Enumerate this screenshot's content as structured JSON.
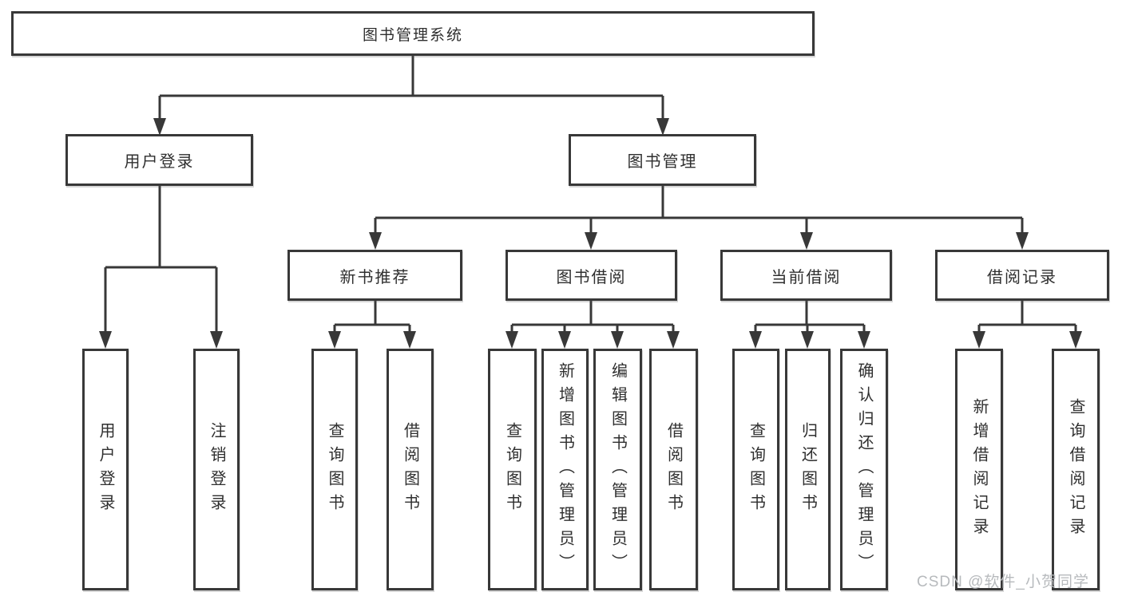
{
  "watermark": "CSDN @软件_小贺同学",
  "colors": {
    "line": "#383838",
    "box_border": "#383838",
    "text": "#2f2f2f",
    "background": "#ffffff",
    "watermark": "#b7babd"
  },
  "tree": {
    "root": {
      "label": "图书管理系统"
    },
    "branches": [
      {
        "label": "用户登录",
        "children": [
          {
            "label": "用户登录"
          },
          {
            "label": "注销登录"
          }
        ]
      },
      {
        "label": "图书管理",
        "children": [
          {
            "label": "新书推荐",
            "children": [
              {
                "label": "查询图书"
              },
              {
                "label": "借阅图书"
              }
            ]
          },
          {
            "label": "图书借阅",
            "children": [
              {
                "label": "查询图书"
              },
              {
                "label": "新增图书（管理员）"
              },
              {
                "label": "编辑图书（管理员）"
              },
              {
                "label": "借阅图书"
              }
            ]
          },
          {
            "label": "当前借阅",
            "children": [
              {
                "label": "查询图书"
              },
              {
                "label": "归还图书"
              },
              {
                "label": "确认归还（管理员）"
              }
            ]
          },
          {
            "label": "借阅记录",
            "children": [
              {
                "label": "新增借阅记录"
              },
              {
                "label": "查询借阅记录"
              }
            ]
          }
        ]
      }
    ]
  }
}
